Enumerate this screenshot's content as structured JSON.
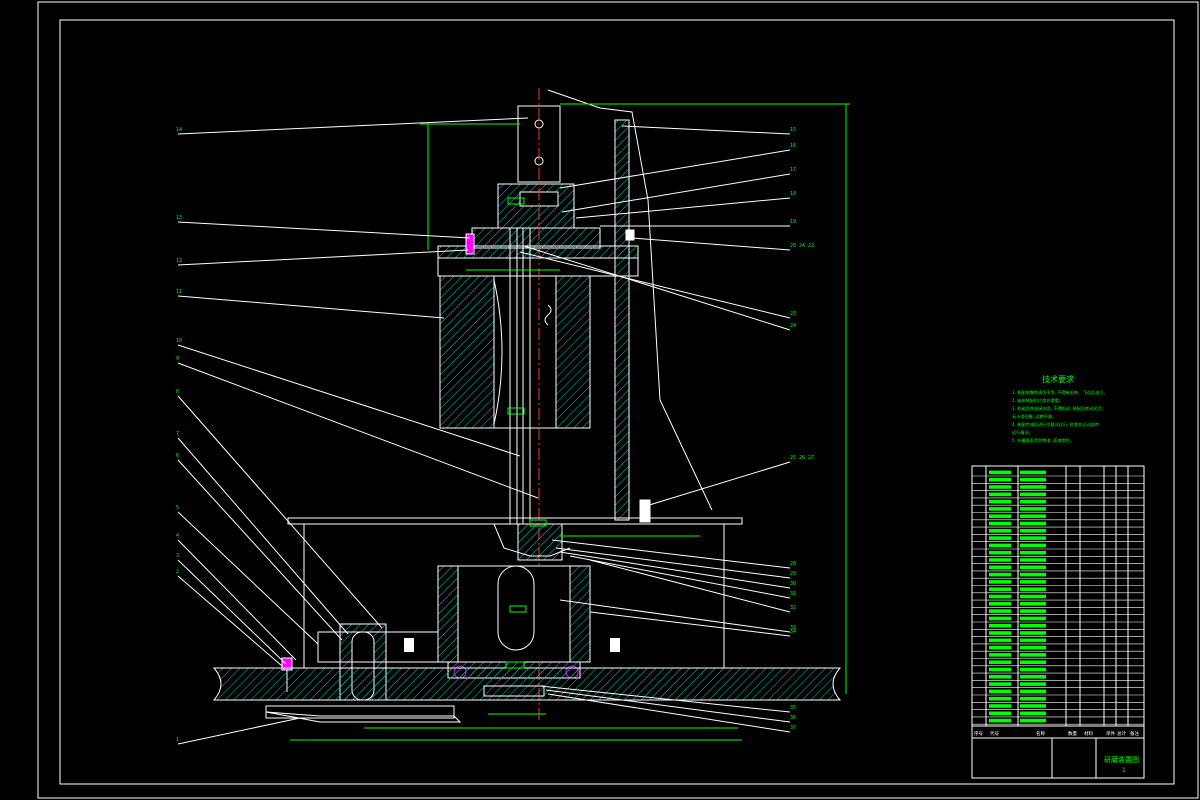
{
  "colors": {
    "background": "#000000",
    "outline": "#ffffff",
    "dimension": "#00ff00",
    "hatch": "#00c8c8",
    "centerline": "#ff3030",
    "fastener": "#ff00ff"
  },
  "left_leaders": [
    "14",
    "13",
    "12",
    "11",
    "10",
    "9",
    "8",
    "7",
    "6",
    "5",
    "4",
    "3",
    "2",
    "1"
  ],
  "right_leaders": [
    "15",
    "16",
    "17",
    "18",
    "19",
    "20 24 22",
    "23",
    "24",
    "25 26 27",
    "28",
    "29",
    "30",
    "31",
    "32",
    "33",
    "34",
    "35",
    "36",
    "37"
  ],
  "tech_requirements": {
    "title": "技术要求",
    "lines": [
      "1.装配前零件清洗干净,不得有毛刺、飞边及油污。",
      "2.轴承装配时应加润滑脂。",
      "3.各紧固件连接牢固,不得松动,装配后转动灵活,",
      "无卡滞现象,运转平稳。",
      "4.装配完成后进行空载试运行,检查各运动部件",
      "运行情况。",
      "5.外露表面涂防锈漆,面漆颜色。"
    ]
  },
  "title_block": {
    "headers": [
      "序号",
      "代号",
      "名称",
      "数量",
      "材料",
      "单件",
      "总计",
      "备注"
    ],
    "drawing_name": "研磨装置图",
    "sheet": "1"
  }
}
